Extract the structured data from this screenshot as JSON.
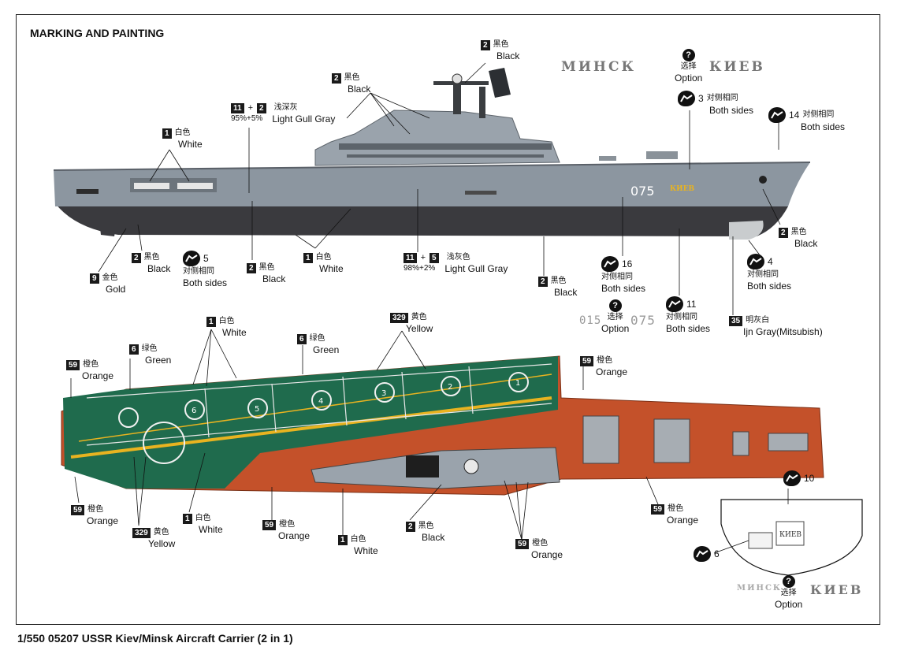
{
  "heading": "MARKING AND PAINTING",
  "footer": "1/550 05207 USSR Kiev/Minsk Aircraft Carrier (2 in 1)",
  "colors": {
    "light_gull_gray": "#8c96a0",
    "black_hull": "#3a3a3e",
    "deck_green": "#1f6b4d",
    "deck_orange": "#c4512a",
    "yellow": "#e8b320",
    "ijn_gray": "#c9ccce"
  },
  "side_view": {
    "hull_number": "075",
    "name_plate": "КИЕВ",
    "callouts": {
      "white_boats": {
        "code": "1",
        "cn": "白色",
        "en": "White"
      },
      "light_gull_gray_upper": {
        "code_a": "11",
        "plus": "+",
        "code_b": "2",
        "cn": "浅深灰",
        "ratio": "95%+5%",
        "en": "Light Gull Gray"
      },
      "black_mast": {
        "code": "2",
        "cn": "黑色",
        "en": "Black"
      },
      "black_superstructure": {
        "code": "2",
        "cn": "黑色",
        "en": "Black"
      },
      "option_top": {
        "icon": "question-icon",
        "cn": "选择",
        "en": "Option",
        "alt_a": "МИНСК",
        "alt_b": "КИЕВ"
      },
      "decal3": {
        "num": "3",
        "cn": "对侧相同",
        "en": "Both sides"
      },
      "decal14": {
        "num": "14",
        "cn": "对侧相同",
        "en": "Both sides"
      },
      "black_anchor": {
        "code": "2",
        "cn": "黑色",
        "en": "Black"
      },
      "gold_prop": {
        "code": "9",
        "cn": "金色",
        "en": "Gold"
      },
      "black_rudder": {
        "code": "2",
        "cn": "黑色",
        "en": "Black"
      },
      "decal5": {
        "num": "5",
        "cn": "对侧相同",
        "en": "Both sides"
      },
      "black_hull_aft": {
        "code": "2",
        "cn": "黑色",
        "en": "Black"
      },
      "white_waterline": {
        "code": "1",
        "cn": "白色",
        "en": "White"
      },
      "light_gull_gray_lower": {
        "code_a": "11",
        "plus": "+",
        "code_b": "5",
        "cn": "浅灰色",
        "ratio": "98%+2%",
        "en": "Light Gull Gray"
      },
      "black_hull_mid": {
        "code": "2",
        "cn": "黑色",
        "en": "Black"
      },
      "decal16": {
        "num": "16",
        "cn": "对侧相同",
        "en": "Both sides"
      },
      "option_mid": {
        "icon": "question-icon",
        "cn": "选择",
        "en": "Option",
        "alt_a": "015",
        "alt_b": "075"
      },
      "decal11": {
        "num": "11",
        "cn": "对侧相同",
        "en": "Both sides"
      },
      "ijn_gray": {
        "code": "35",
        "cn": "明灰白",
        "en": "Ijn Gray(Mitsubish)"
      },
      "decal4": {
        "num": "4",
        "cn": "对侧相同",
        "en": "Both sides"
      }
    }
  },
  "top_view": {
    "callouts": {
      "white_lines": {
        "code": "1",
        "cn": "白色",
        "en": "White"
      },
      "yellow_lines": {
        "code": "329",
        "cn": "黄色",
        "en": "Yellow"
      },
      "green_left": {
        "code": "6",
        "cn": "绿色",
        "en": "Green"
      },
      "green_mid": {
        "code": "6",
        "cn": "绿色",
        "en": "Green"
      },
      "orange_tl": {
        "code": "59",
        "cn": "橙色",
        "en": "Orange"
      },
      "orange_tr": {
        "code": "59",
        "cn": "橙色",
        "en": "Orange"
      },
      "orange_bl": {
        "code": "59",
        "cn": "橙色",
        "en": "Orange"
      },
      "yellow_bottom": {
        "code": "329",
        "cn": "黄色",
        "en": "Yellow"
      },
      "white_bottom1": {
        "code": "1",
        "cn": "白色",
        "en": "White"
      },
      "orange_bottom_mid": {
        "code": "59",
        "cn": "橙色",
        "en": "Orange"
      },
      "white_bottom2": {
        "code": "1",
        "cn": "白色",
        "en": "White"
      },
      "black_bottom": {
        "code": "2",
        "cn": "黑色",
        "en": "Black"
      },
      "orange_bottom_right": {
        "code": "59",
        "cn": "橙色",
        "en": "Orange"
      },
      "orange_right": {
        "code": "59",
        "cn": "橙色",
        "en": "Orange"
      },
      "decal10": {
        "num": "10"
      },
      "decal6": {
        "num": "6"
      },
      "option_bottom": {
        "icon": "question-icon",
        "cn": "选择",
        "en": "Option",
        "alt_a": "МИНСК",
        "alt_b": "КИЕВ"
      },
      "stern_plate": "КИЕВ",
      "deck_numbers": [
        "6",
        "5",
        "4",
        "3",
        "2",
        "1"
      ]
    }
  }
}
